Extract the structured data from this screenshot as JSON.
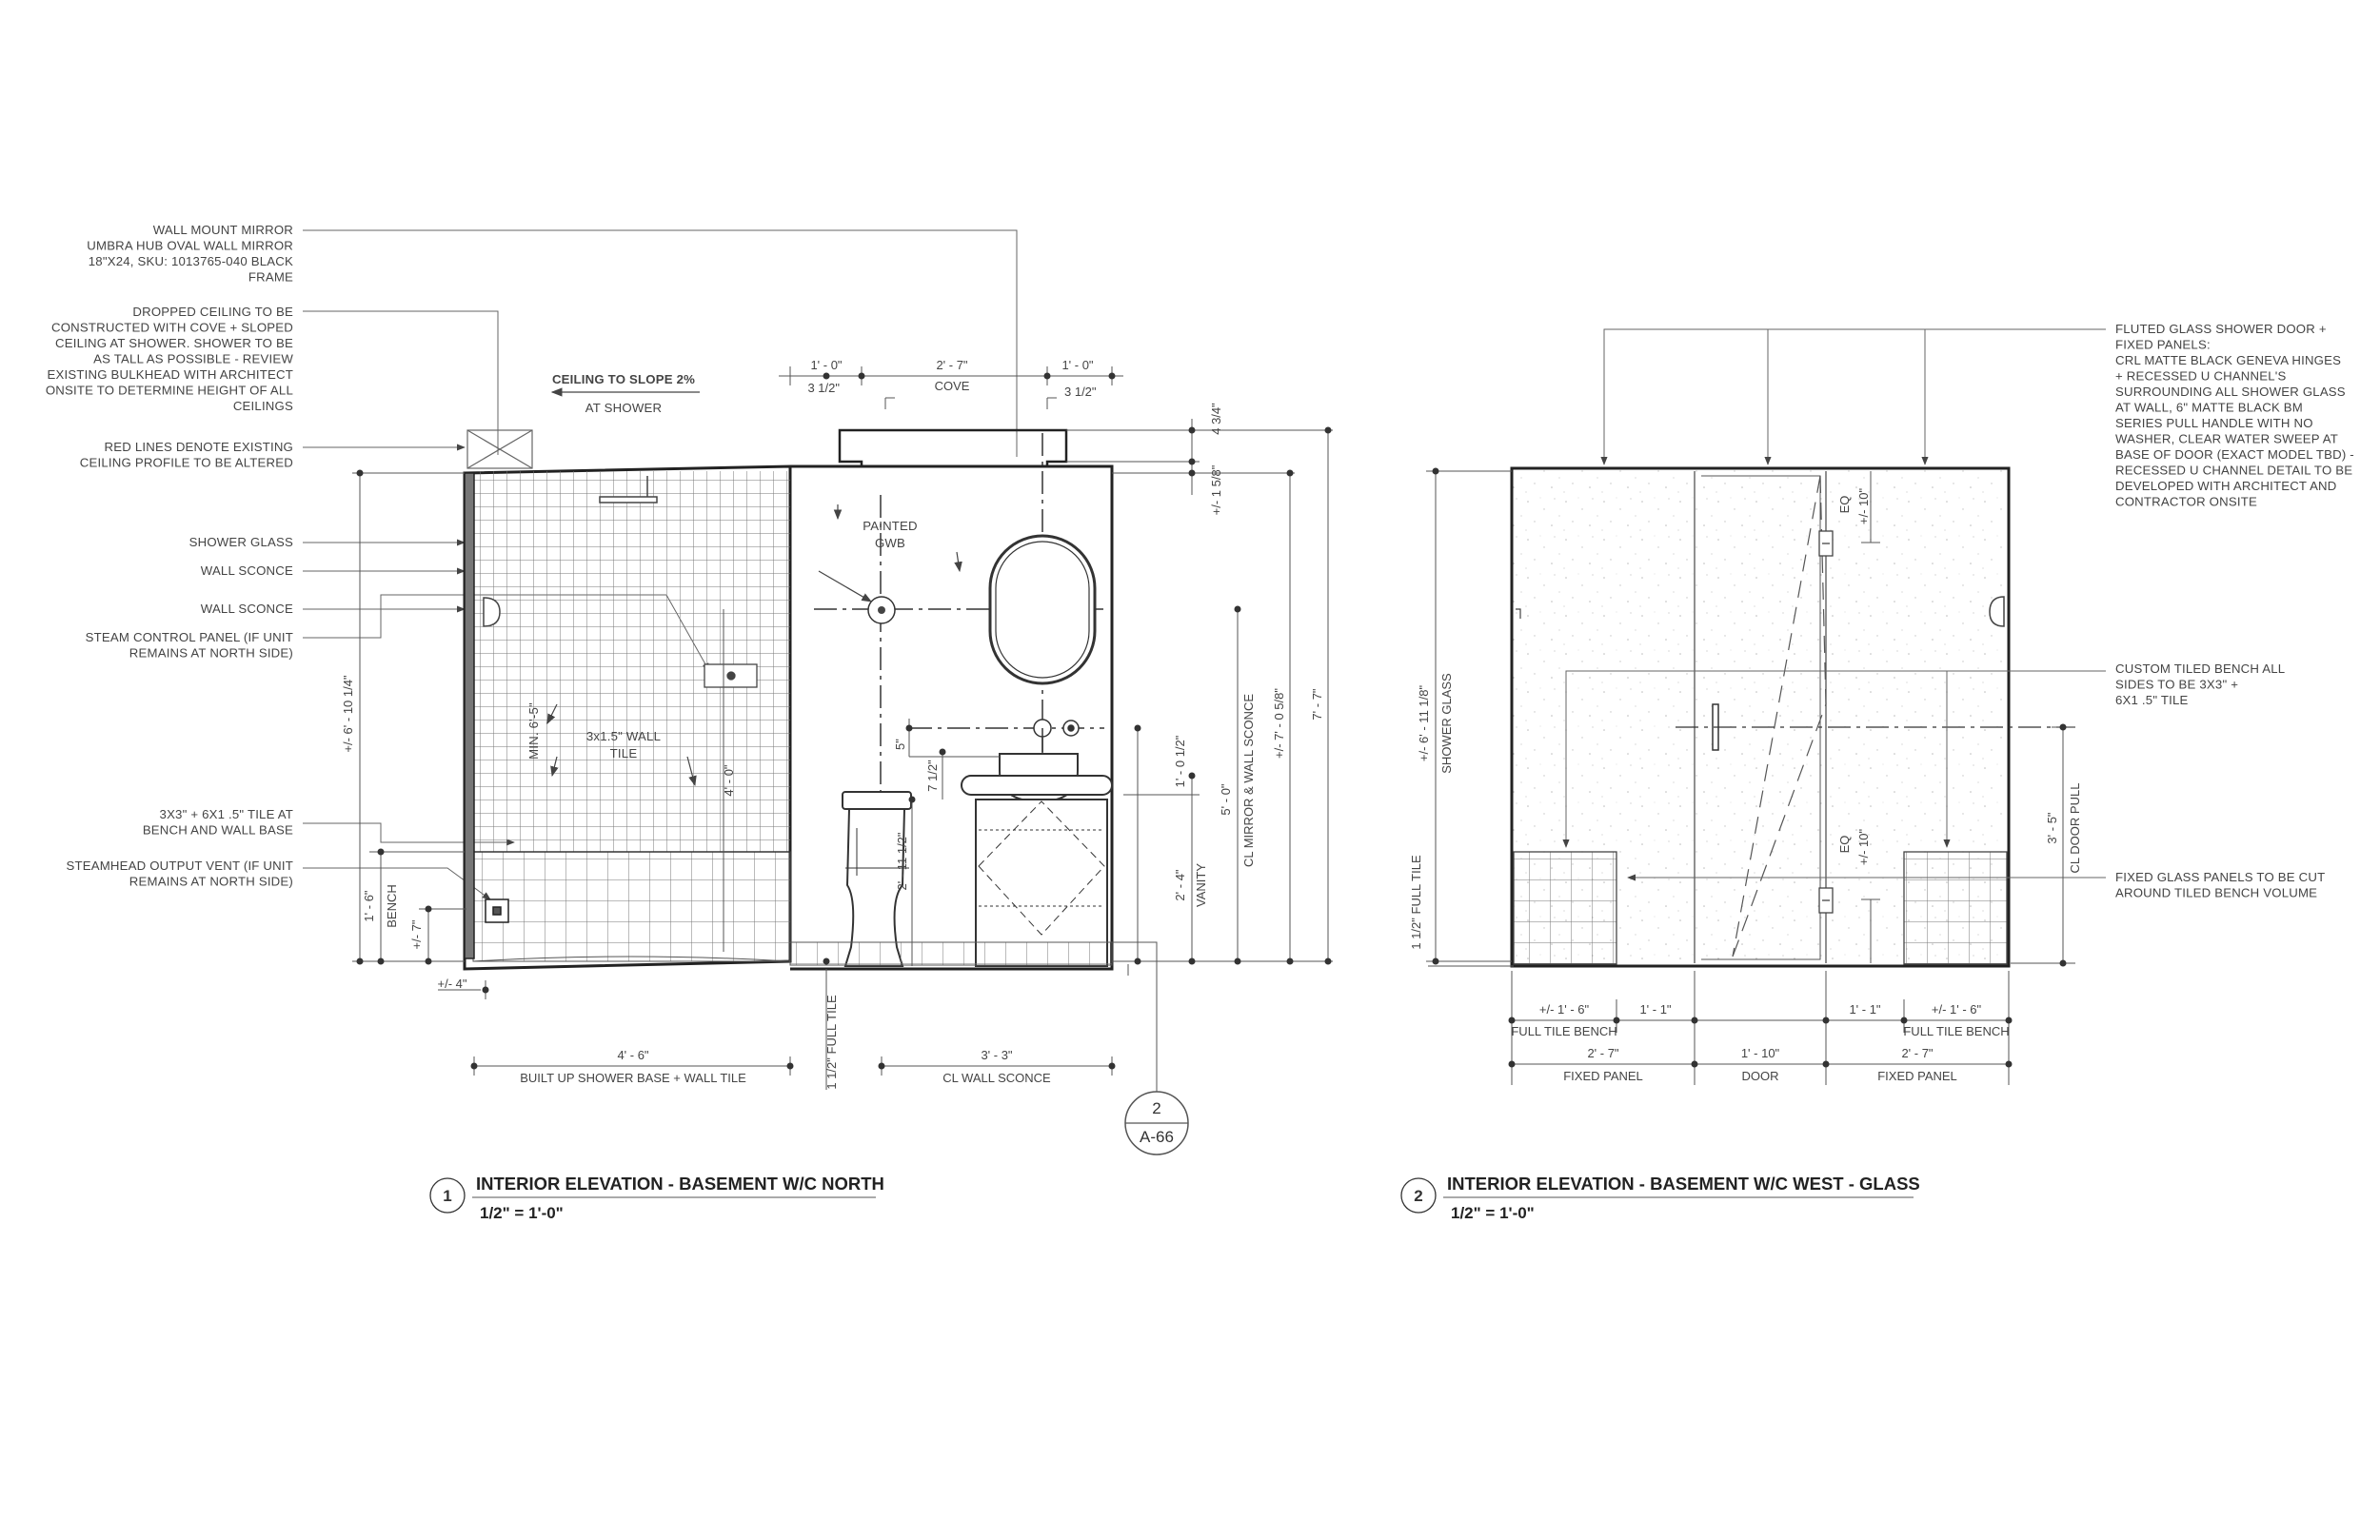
{
  "drawing1": {
    "number": "1",
    "title": "INTERIOR ELEVATION - BASEMENT W/C NORTH",
    "scale": "1/2\" = 1'-0\"",
    "notes_left": [
      {
        "lines": [
          "WALL MOUNT MIRROR",
          "UMBRA HUB OVAL WALL MIRROR",
          "18\"X24, SKU: 1013765-040 BLACK",
          "FRAME"
        ]
      },
      {
        "lines": [
          "DROPPED CEILING TO BE",
          "CONSTRUCTED WITH COVE + SLOPED",
          "CEILING AT SHOWER. SHOWER TO BE",
          "AS TALL AS POSSIBLE - REVIEW",
          "EXISTING BULKHEAD WITH ARCHITECT",
          "ONSITE TO DETERMINE HEIGHT OF ALL",
          "CEILINGS"
        ]
      },
      {
        "lines": [
          "RED LINES DENOTE EXISTING",
          "CEILING PROFILE TO BE ALTERED"
        ]
      },
      {
        "lines": [
          "SHOWER GLASS"
        ]
      },
      {
        "lines": [
          "WALL SCONCE"
        ]
      },
      {
        "lines": [
          "WALL SCONCE"
        ]
      },
      {
        "lines": [
          "STEAM CONTROL PANEL (IF UNIT",
          "REMAINS AT NORTH SIDE)"
        ]
      },
      {
        "lines": [
          "3X3\" + 6X1 .5\" TILE AT",
          "BENCH AND WALL BASE"
        ]
      },
      {
        "lines": [
          "STEAMHEAD OUTPUT VENT (IF UNIT",
          "REMAINS AT NORTH SIDE)"
        ]
      }
    ],
    "ceiling_slope": "CEILING TO SLOPE 2%",
    "at_shower": "AT SHOWER",
    "painted_gwb": [
      "PAINTED",
      "GWB"
    ],
    "wall_tile": [
      "3x1.5\" WALL",
      "TILE"
    ],
    "min_height": "MIN. 6'-5\"",
    "dims": {
      "top_1_0_left": "1' - 0\"",
      "top_2_7": "2' - 7\"",
      "top_1_0_right": "1' - 0\"",
      "cove": "COVE",
      "d3_5_left": "3 1/2\"",
      "d3_5_right": "3 1/2\"",
      "d4_3_4": "4 3/4\"",
      "d1_5_8": "+/- 1 5/8\"",
      "overall_left": "+/- 6' - 10 1/4\"",
      "bench_1_6": "1' - 6\"",
      "bench": "BENCH",
      "d7": "+/- 7\"",
      "d4": "+/- 4\"",
      "shower_width": "4' - 6\"",
      "shower_base": "BUILT UP SHOWER BASE + WALL TILE",
      "full_tile": "1 1/2\" FULL TILE",
      "sconce_width": "3' - 3\"",
      "cl_sconce": "CL WALL SCONCE",
      "d4_0": "4' - 0\"",
      "d5": "5\"",
      "d7_5": "7 1/2\"",
      "d2_11_5": "2' - 11 1/2\"",
      "d1_0_5": "1' - 0 1/2\"",
      "vanity_h": "2' - 4\"",
      "vanity": "VANITY",
      "mirror_h": "5' - 0\"",
      "cl_mirror": "CL MIRROR & WALL SCONCE",
      "d7_0_5_8": "+/- 7' - 0 5/8\"",
      "d7_7": "7' - 7\""
    },
    "section_ref": {
      "number": "2",
      "sheet": "A-66"
    }
  },
  "drawing2": {
    "number": "2",
    "title": "INTERIOR ELEVATION - BASEMENT W/C WEST - GLASS",
    "scale": "1/2\" = 1'-0\"",
    "notes_right": [
      {
        "lines": [
          "FLUTED GLASS SHOWER DOOR +",
          "FIXED PANELS:",
          "CRL MATTE BLACK GENEVA HINGES",
          "+ RECESSED U CHANNEL'S",
          "SURROUNDING ALL SHOWER GLASS",
          "AT WALL, 6\" MATTE BLACK BM",
          "SERIES PULL HANDLE WITH NO",
          "WASHER, CLEAR WATER SWEEP AT",
          "BASE OF DOOR (EXACT MODEL TBD) -",
          "RECESSED U CHANNEL DETAIL TO BE",
          "DEVELOPED WITH ARCHITECT AND",
          "CONTRACTOR ONSITE"
        ]
      },
      {
        "lines": [
          "CUSTOM TILED BENCH ALL",
          "SIDES TO BE 3X3\" +",
          "6X1 .5\" TILE"
        ]
      },
      {
        "lines": [
          "FIXED GLASS PANELS TO BE CUT",
          "AROUND TILED BENCH VOLUME"
        ]
      }
    ],
    "dims": {
      "overall": "+/- 6' - 11 1/8\"",
      "shower_glass": "SHOWER GLASS",
      "full_tile": "1 1/2\" FULL TILE",
      "eq_top": "EQ",
      "d10_top": "+/- 10\"",
      "eq_bot": "EQ",
      "d10_bot": "+/- 10\"",
      "door_pull_h": "3' - 5\"",
      "cl_door_pull": "CL DOOR PULL",
      "bench_l": "+/- 1' - 6\"",
      "gap_l": "1' - 1\"",
      "gap_r": "1' - 1\"",
      "bench_r": "+/- 1' - 6\"",
      "full_tile_bench_l": "FULL TILE BENCH",
      "full_tile_bench_r": "FULL TILE BENCH",
      "panel_l": "2' - 7\"",
      "door_w": "1' - 10\"",
      "panel_r": "2' - 7\"",
      "fixed_panel_l": "FIXED PANEL",
      "door": "DOOR",
      "fixed_panel_r": "FIXED PANEL"
    }
  }
}
